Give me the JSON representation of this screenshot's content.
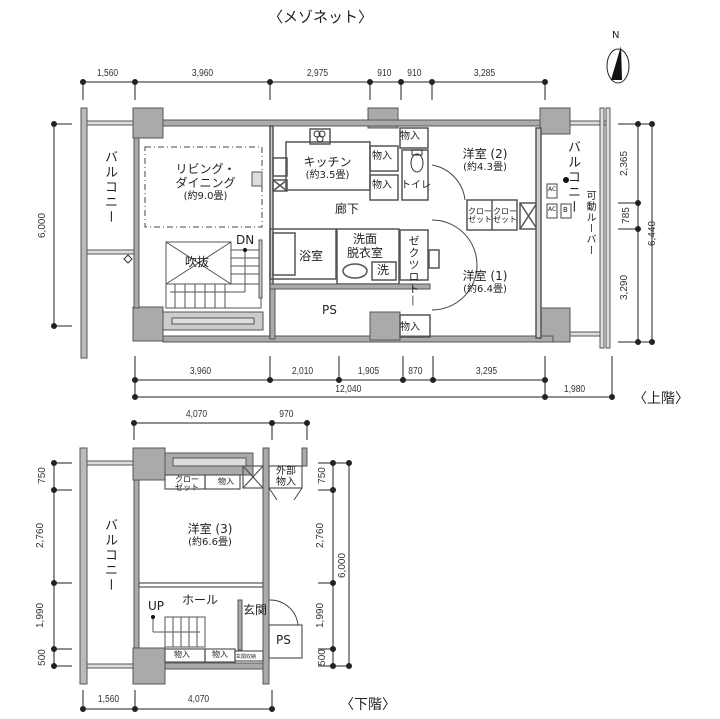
{
  "header": {
    "title": "〈メゾネット〉"
  },
  "compass": {
    "label": "N"
  },
  "upper_floor": {
    "label": "〈上階〉",
    "top_dims": [
      "1,560",
      "3,960",
      "2,975",
      "910",
      "910",
      "3,285"
    ],
    "bottom_dims": [
      "3,960",
      "2,010",
      "1,905",
      "870",
      "3,295"
    ],
    "total_dims": [
      "12,040",
      "1,980"
    ],
    "left_dim": "6,000",
    "right_dims": [
      "2,365",
      "785",
      "3,290"
    ],
    "right_total": "6,440",
    "rooms": {
      "balcony_left": "バルコニー",
      "living_line1": "リビング・",
      "living_line2": "ダイニング",
      "living_size": "(約9.0畳)",
      "kitchen": "キッチン",
      "kitchen_size": "(約3.5畳)",
      "storage1": "物入",
      "storage2": "物入",
      "storage3": "物入",
      "storage4": "物入",
      "toilet": "トイレ",
      "hallway": "廊下",
      "bedroom2": "洋室 (2)",
      "bedroom2_size": "(約4.3畳)",
      "bedroom1": "洋室 (1)",
      "bedroom1_size": "(約6.4畳)",
      "closet_a": "クローゼット",
      "closet_b": "クローゼット",
      "bath": "浴室",
      "washroom_line1": "洗面",
      "washroom_line2": "脱衣室",
      "washer": "洗",
      "closet_vertical": "ゼクツロト—",
      "void": "吹抜",
      "stairs_down": "DN",
      "ps": "PS",
      "balcony_right": "バルコニー",
      "louver": "可動ルーバー",
      "ac1": "AC",
      "ac2": "AC",
      "b_unit": "B"
    }
  },
  "lower_floor": {
    "label": "〈下階〉",
    "top_dims": [
      "4,070",
      "970"
    ],
    "bottom_dims": [
      "1,560",
      "4,070"
    ],
    "left_dims": [
      "750",
      "2,760",
      "1,990",
      "500"
    ],
    "right_dims": [
      "750",
      "2,760",
      "1,990",
      "500"
    ],
    "right_total": "6,000",
    "rooms": {
      "balcony": "バルコニー",
      "bedroom3": "洋室 (3)",
      "bedroom3_size": "(約6.6畳)",
      "closet": "クローゼット",
      "storage_top": "物入",
      "outside_storage": "外部物入",
      "hall": "ホール",
      "stairs_up": "UP",
      "entrance": "玄関",
      "ps": "PS",
      "storage_b1": "物入",
      "storage_b2": "物入",
      "shoe_box": "玄関収納"
    }
  }
}
